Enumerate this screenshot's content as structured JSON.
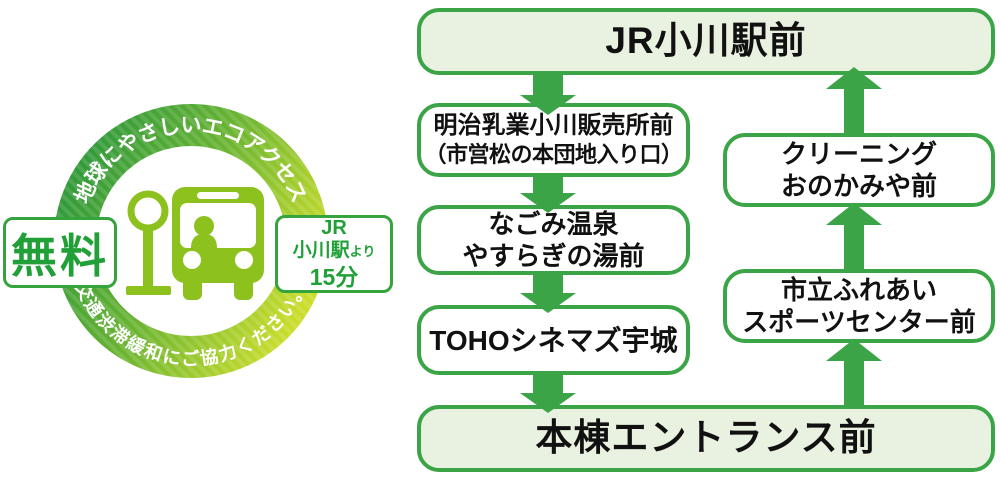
{
  "badge": {
    "top_arc_text": "地球にやさしいエコアクセス",
    "bottom_arc_text": "交通渋滞緩和にご協力ください。",
    "free_label": "無料",
    "time_note": {
      "line1": "JR",
      "line2_main": "小川駅",
      "line2_suffix": "より",
      "line3": "15分"
    }
  },
  "route": {
    "start_terminal": "JR小川駅前",
    "end_terminal": "本棟エントランス前",
    "outbound": [
      {
        "line1": "明治乳業小川販売所前",
        "line2": "（市営松の本団地入り口）"
      },
      {
        "line1": "なごみ温泉",
        "line2": "やすらぎの湯前"
      },
      {
        "line1": "TOHOシネマズ宇城"
      }
    ],
    "inbound": [
      {
        "line1": "市立ふれあい",
        "line2": "スポーツセンター前"
      },
      {
        "line1": "クリーニング",
        "line2": "おのかみや前"
      }
    ]
  },
  "colors": {
    "line_green": "#3aa446",
    "terminal_fill": "#e9f2e1",
    "icon_green": "#8cc11e",
    "label_green": "#21a038",
    "ring_gradient_start": "#349b3a",
    "ring_gradient_end": "#cadd2b"
  }
}
